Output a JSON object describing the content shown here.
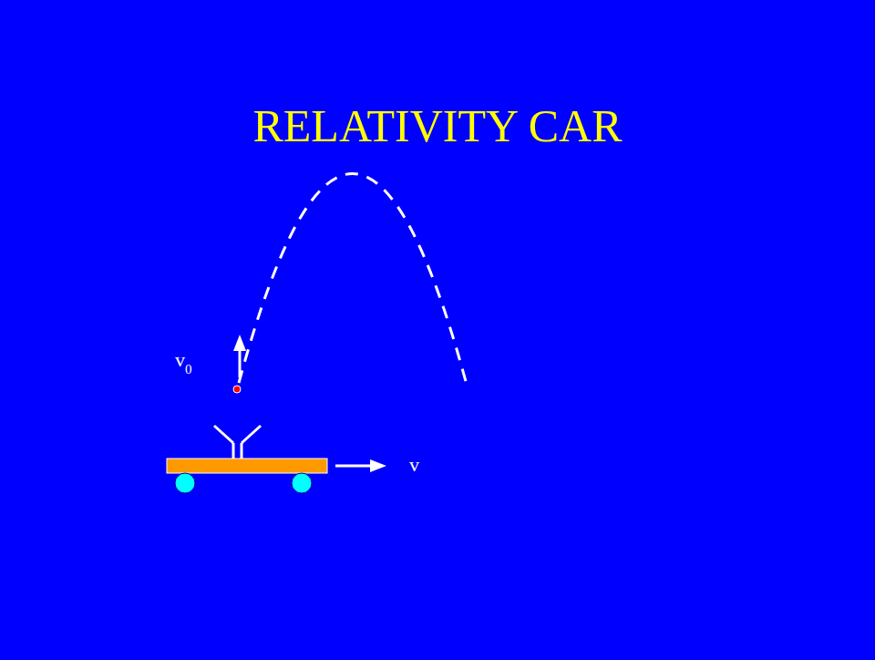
{
  "diagram": {
    "title": "RELATIVITY CAR",
    "labels": [
      "v",
      "0",
      "v"
    ]
  }
}
